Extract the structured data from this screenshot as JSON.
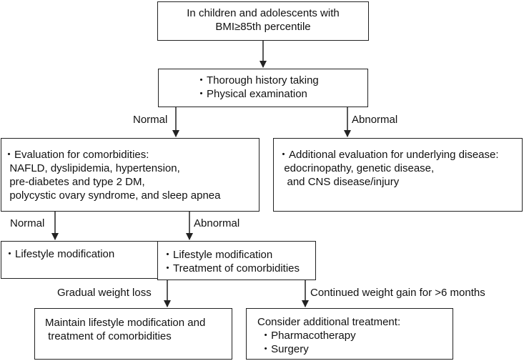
{
  "nodes": {
    "start": {
      "lines": [
        "In children and adolescents with",
        "BMI≥85th percentile"
      ]
    },
    "history": {
      "lines": [
        "・Thorough history taking",
        "・Physical examination"
      ]
    },
    "comorbidity_eval": {
      "lines": [
        "・Evaluation for comorbidities:",
        "  NAFLD, dyslipidemia, hypertension,",
        "  pre-diabetes and type 2 DM,",
        "  polycystic ovary syndrome, and sleep apnea"
      ]
    },
    "underlying_eval": {
      "lines": [
        "・Additional evaluation for underlying disease:",
        "  edocrinopathy, genetic disease,",
        "   and CNS disease/injury"
      ]
    },
    "lifestyle": {
      "lines": [
        "・Lifestyle modification"
      ]
    },
    "lifestyle_treatment": {
      "lines": [
        "・Lifestyle modification",
        "・Treatment of comorbidities"
      ]
    },
    "maintain": {
      "lines": [
        "Maintain lifestyle modification and",
        " treatment of comorbidities"
      ]
    },
    "additional_treatment": {
      "lines": [
        "Consider additional treatment:",
        " ・Pharmacotherapy",
        " ・Surgery"
      ]
    }
  },
  "edge_labels": {
    "history_normal": "Normal",
    "history_abnormal": "Abnormal",
    "comorbidity_normal": "Normal",
    "comorbidity_abnormal": "Abnormal",
    "weight_loss": "Gradual weight loss",
    "weight_gain": "Continued weight gain for >6 months"
  }
}
